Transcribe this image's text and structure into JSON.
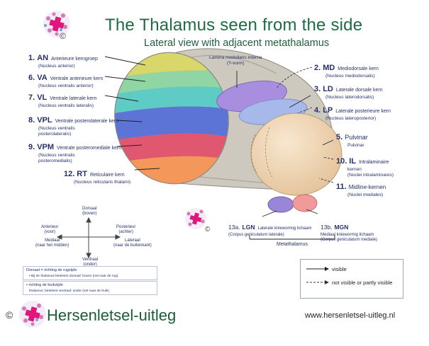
{
  "header": {
    "title": "The Thalamus seen from the side",
    "subtitle": "Lateral view with adjacent metathalamus",
    "copyright": "©"
  },
  "labels": {
    "lamina": {
      "name": "Lamina medullaris interna",
      "sub": "(Y-vorm)"
    },
    "an": {
      "num": "1.",
      "abbr": "AN",
      "name": "Anterieure kerngroep",
      "sub": [
        "(Nucleus anterior)"
      ]
    },
    "va": {
      "num": "6.",
      "abbr": "VA",
      "name": "Ventrale anterieure kern",
      "sub": [
        "(Nucleus ventralis anterior)"
      ]
    },
    "vl": {
      "num": "7.",
      "abbr": "VL",
      "name": "Ventrale laterale kern",
      "sub": [
        "(Nucleus ventralis lateralis)"
      ]
    },
    "vpl": {
      "num": "8.",
      "abbr": "VPL",
      "name": "Ventrale posterolaterale kern",
      "sub": [
        "(Nucleus ventralis",
        "posterolateralis)"
      ]
    },
    "vpm": {
      "num": "9.",
      "abbr": "VPM",
      "name": "Ventrale posteromediale kern",
      "sub": [
        "(Nucleus ventralis",
        "posteromedialis)"
      ]
    },
    "rt": {
      "num": "12.",
      "abbr": "RT",
      "name": "Reticulaire kern",
      "sub": [
        "(Nucleus reticularis thalami)"
      ]
    },
    "md": {
      "num": "2.",
      "abbr": "MD",
      "name": "Mediodorsale kern",
      "sub": [
        "(Nucleus mediodorsalis)"
      ]
    },
    "ld": {
      "num": "3.",
      "abbr": "LD",
      "name": "Laterale dorsale kern",
      "sub": [
        "(Nucleus laterodorsalis)"
      ]
    },
    "lp": {
      "num": "4.",
      "abbr": "LP",
      "name": "Laterale posterieure kern",
      "sub": [
        "(Nucleus lateroposterior)"
      ]
    },
    "pulvinar": {
      "num": "5.",
      "abbr": "Pulvinar",
      "sub": "Pulvinar"
    },
    "il": {
      "num": "10.",
      "abbr": "IL",
      "name": "Intralaminaire",
      "sub": [
        "kernen",
        "(Nuclei intralaminares)"
      ]
    },
    "midline": {
      "num": "11.",
      "abbr": "Midline-kernen",
      "sub": "(Nuclei mediales)"
    },
    "lgn": {
      "num": "13a.",
      "abbr": "LGN",
      "name": "Laterale kniewormig lichaam",
      "sub": "(Corpus geniculatum laterale)"
    },
    "mgn": {
      "num": "13b.",
      "abbr": "MGN",
      "name": "Mediaal kniewormig lichaam",
      "sub": "(Corpus geniculatum mediale)"
    },
    "metathalamus": "Metathalamus"
  },
  "orientation": {
    "dorsaal": "Dorsaal",
    "dorsaal_sub": "(boven)",
    "ventraal": "Ventraal",
    "ventraal_sub": "(onder)",
    "anterieur": "Anterieur",
    "anterieur_sub": "(voor)",
    "posterieur": "Posterieur",
    "posterieur_sub": "(achter)",
    "mediaal": "Mediaal",
    "mediaal_sub": "(naar het midden)",
    "lateraal": "Lateraal",
    "lateraal_sub": "(naar de buitenkant)",
    "note1_title": "Dorsaal = richting de rugzijde",
    "note1_sub": "• Bij de thalamus betekent dorsaal: boven (net naar de rug)",
    "note2_title": "• richting de buikzijde",
    "note2_sub": "thalamus: betekent ventraal: onder (net naar de buik)"
  },
  "legend": {
    "visible": "visible",
    "not_visible": "not visible or partly visible"
  },
  "footer": {
    "copyright": "©",
    "name": "Hersenletsel-uitleg",
    "url": "www.hersenletsel-uitleg.nl"
  },
  "colors": {
    "an": "#d9d66a",
    "va": "#8fd6a4",
    "vl": "#5ecbc4",
    "vpl": "#5b74d6",
    "vpm": "#e05770",
    "rt": "#f3985a",
    "md": "#a98ee0",
    "ld": "#a7b8ea",
    "pulvinar": "#f1d7b3",
    "lgn": "#9a86d8",
    "mgn": "#f09a9a",
    "shell": "#c9c6bd"
  }
}
